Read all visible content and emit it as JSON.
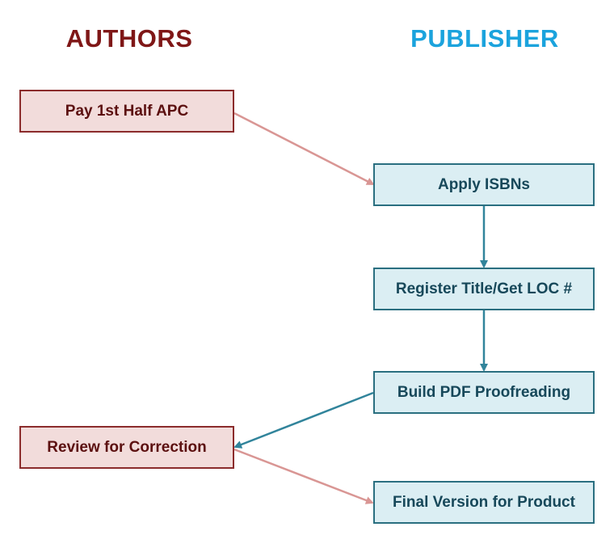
{
  "headers": {
    "authors": "AUTHORS",
    "publisher": "PUBLISHER"
  },
  "steps": {
    "pay_half_apc": "Pay 1st Half APC",
    "apply_isbns": "Apply ISBNs",
    "register_title": "Register Title/Get LOC #",
    "build_pdf": "Build PDF Proofreading",
    "review_correction": "Review for Correction",
    "final_version": "Final Version for Product"
  },
  "colors": {
    "authors_title": "#7f1717",
    "publisher_title": "#1ba3dd",
    "author_fill": "#f2dcdb",
    "author_border": "#8b2c2c",
    "publisher_fill": "#dbeef3",
    "publisher_border": "#2a6f80",
    "author_arrow": "#d99694",
    "publisher_arrow": "#31849b"
  }
}
